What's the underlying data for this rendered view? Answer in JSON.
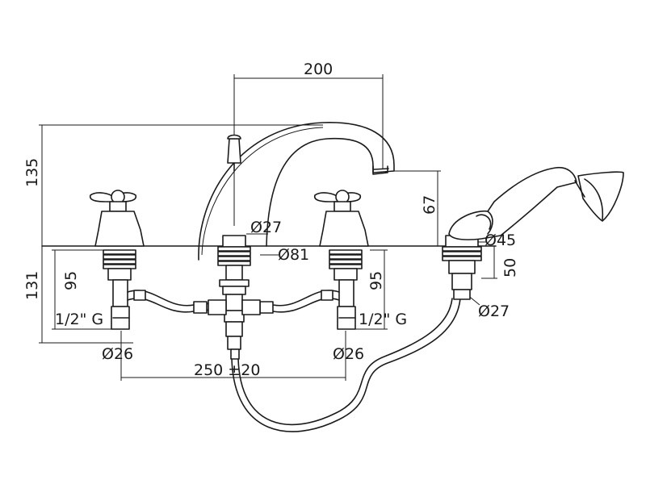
{
  "dimensions": {
    "spout_reach": "200",
    "overall_height": "135",
    "spout_outlet_height": "67",
    "below_deck_length": "131",
    "left_shank_length": "95",
    "right_shank_length": "95",
    "spout_diameter": "Ø27",
    "spout_base_diameter": "Ø81",
    "left_thread": "1/2\" G",
    "right_thread": "1/2\" G",
    "left_shank_diameter": "Ø26",
    "right_shank_diameter": "Ø26",
    "tap_centres": "250 ±20",
    "shower_holder_diameter": "Ø45",
    "shower_holder_height": "50",
    "shower_shank_diameter": "Ø27"
  },
  "colors": {
    "line": "#1a1a1a",
    "background": "#ffffff"
  }
}
